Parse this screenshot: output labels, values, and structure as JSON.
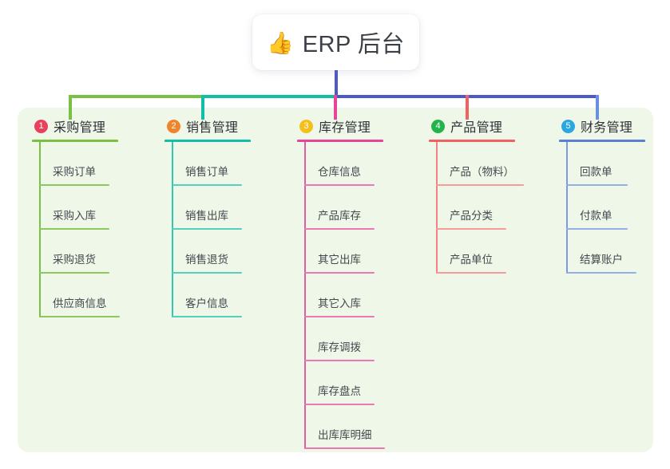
{
  "diagram": {
    "root": {
      "icon": "thumbs-up-emoji",
      "icon_glyph": "👍",
      "label": "ERP 后台"
    },
    "stem_color": "#4a5bc8",
    "board_color": "#eff7e9",
    "branches": [
      {
        "number": "1",
        "label": "采购管理",
        "badge_color": "#e8415c",
        "line_color": "#7ac143",
        "items": [
          "采购订单",
          "采购入库",
          "采购退货",
          "供应商信息"
        ]
      },
      {
        "number": "2",
        "label": "销售管理",
        "badge_color": "#f0842d",
        "line_color": "#12bfa6",
        "items": [
          "销售订单",
          "销售出库",
          "销售退货",
          "客户信息"
        ]
      },
      {
        "number": "3",
        "label": "库存管理",
        "badge_color": "#f5bf1b",
        "line_color": "#e8449a",
        "items": [
          "仓库信息",
          "产品库存",
          "其它出库",
          "其它入库",
          "库存调拨",
          "库存盘点",
          "出库库明细"
        ]
      },
      {
        "number": "4",
        "label": "产品管理",
        "badge_color": "#22b34a",
        "line_color": "#f26161",
        "items": [
          "产品（物料）",
          "产品分类",
          "产品单位"
        ]
      },
      {
        "number": "5",
        "label": "财务管理",
        "badge_color": "#29a7e1",
        "line_color": "#6b8fe0",
        "items": [
          "回款单",
          "付款单",
          "结算账户"
        ]
      }
    ],
    "connector_segments": [
      {
        "name": "trunk-green",
        "color": "#7ac143"
      },
      {
        "name": "trunk-teal",
        "color": "#12bfa6"
      },
      {
        "name": "trunk-blue",
        "color": "#4a5bc8"
      }
    ]
  }
}
